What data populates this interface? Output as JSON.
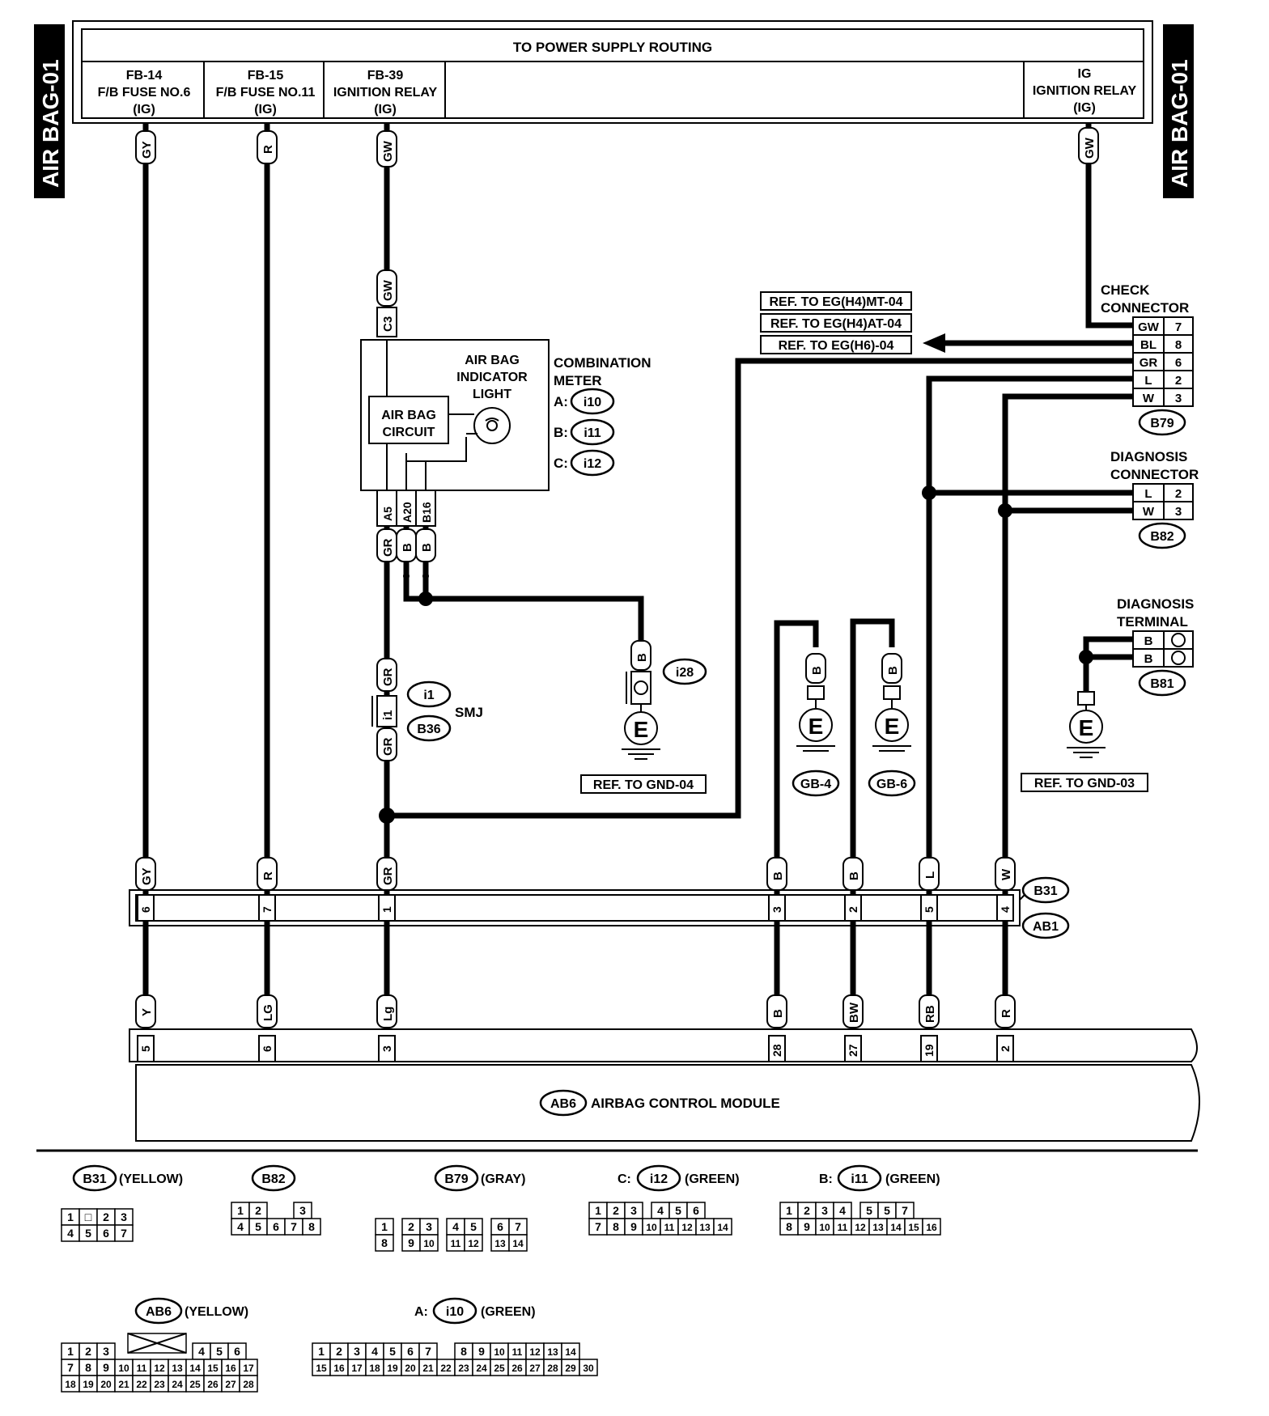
{
  "side_tab": "AIR BAG-01",
  "power_supply": {
    "title": "TO POWER SUPPLY ROUTING",
    "fuses": [
      {
        "id": "fb14",
        "lines": [
          "FB-14",
          "F/B FUSE NO.6",
          "(IG)"
        ]
      },
      {
        "id": "fb15",
        "lines": [
          "FB-15",
          "F/B FUSE NO.11",
          "(IG)"
        ]
      },
      {
        "id": "fb39",
        "lines": [
          "FB-39",
          "IGNITION RELAY",
          "(IG)"
        ]
      },
      {
        "id": "ig",
        "lines": [
          "IG",
          "IGNITION RELAY",
          "(IG)"
        ]
      }
    ]
  },
  "wires": {
    "gy": "GY",
    "r": "R",
    "gw": "GW",
    "gr": "GR",
    "b": "B",
    "l": "L",
    "w": "W",
    "bl": "BL",
    "y": "Y",
    "lg": "LG",
    "lg2": "Lg",
    "bw": "BW",
    "rb": "RB",
    "r2": "R"
  },
  "combination_meter": {
    "title_lines": [
      "COMBINATION",
      "METER"
    ],
    "indicator_lines": [
      "AIR BAG",
      "INDICATOR",
      "LIGHT"
    ],
    "circuit_lines": [
      "AIR BAG",
      "CIRCUIT"
    ],
    "terminal_top": "C3",
    "terminals": [
      "A5",
      "A20",
      "B16"
    ],
    "connectors": [
      {
        "prefix": "A:",
        "id": "i10"
      },
      {
        "prefix": "B:",
        "id": "i11"
      },
      {
        "prefix": "C:",
        "id": "i12"
      }
    ]
  },
  "ground_i28": "i28",
  "ground_symbol": "E",
  "smj": {
    "label": "SMJ",
    "upper": "i1",
    "lower": "B36",
    "terminal": "i1"
  },
  "refs": {
    "eg1": "REF. TO EG(H4)MT-04",
    "eg2": "REF. TO EG(H4)AT-04",
    "eg3": "REF. TO EG(H6)-04",
    "gnd04": "REF. TO GND-04",
    "gnd03": "REF. TO GND-03"
  },
  "check_connector": {
    "title_lines": [
      "CHECK",
      "CONNECTOR"
    ],
    "id": "B79",
    "pins": [
      {
        "wire": "GW",
        "pin": "7"
      },
      {
        "wire": "BL",
        "pin": "8"
      },
      {
        "wire": "GR",
        "pin": "6"
      },
      {
        "wire": "L",
        "pin": "2"
      },
      {
        "wire": "W",
        "pin": "3"
      }
    ]
  },
  "diagnosis_connector": {
    "title_lines": [
      "DIAGNOSIS",
      "CONNECTOR"
    ],
    "id": "B82",
    "pins": [
      {
        "wire": "L",
        "pin": "2"
      },
      {
        "wire": "W",
        "pin": "3"
      }
    ]
  },
  "diagnosis_terminal": {
    "title_lines": [
      "DIAGNOSIS",
      "TERMINAL"
    ],
    "id": "B81",
    "pins": [
      {
        "wire": "B"
      },
      {
        "wire": "B"
      }
    ]
  },
  "grounds": {
    "gb4": "GB-4",
    "gb6": "GB-6"
  },
  "harness_b31_pins": {
    "p6": "6",
    "p7": "7",
    "p1": "1",
    "p3": "3",
    "p2": "2",
    "p5": "5",
    "p4": "4"
  },
  "harness_ab6_pins": {
    "p5": "5",
    "p6": "6",
    "p3": "3",
    "p28": "28",
    "p27": "27",
    "p19": "19",
    "p2": "2"
  },
  "connector_b31": "B31",
  "connector_ab1": "AB1",
  "module": {
    "id": "AB6",
    "label": "AIRBAG CONTROL MODULE"
  },
  "legend": {
    "b31": {
      "id": "B31",
      "color": "(YELLOW)",
      "rows": [
        [
          "1",
          "□",
          "2",
          "3"
        ],
        [
          "4",
          "5",
          "6",
          "7"
        ]
      ]
    },
    "b82": {
      "id": "B82",
      "color": "",
      "rows": [
        [
          "1",
          "2",
          "",
          "3"
        ],
        [
          "4",
          "5",
          "6",
          "7",
          "8"
        ]
      ]
    },
    "b79": {
      "id": "B79",
      "color": "(GRAY)",
      "rows": [
        [
          "1",
          "2",
          "3",
          "4",
          "5",
          "6",
          "7"
        ],
        [
          "8",
          "9",
          "10",
          "11",
          "12",
          "13",
          "14"
        ]
      ]
    },
    "i12": {
      "prefix": "C:",
      "id": "i12",
      "color": "(GREEN)",
      "rows": [
        [
          "1",
          "2",
          "3",
          "4",
          "5",
          "6"
        ],
        [
          "7",
          "8",
          "9",
          "10",
          "11",
          "12",
          "13",
          "14"
        ]
      ]
    },
    "i11": {
      "prefix": "B:",
      "id": "i11",
      "color": "(GREEN)",
      "rows": [
        [
          "1",
          "2",
          "3",
          "4",
          "5",
          "5",
          "7"
        ],
        [
          "8",
          "9",
          "10",
          "11",
          "12",
          "13",
          "14",
          "15",
          "16"
        ]
      ]
    },
    "ab6": {
      "id": "AB6",
      "color": "(YELLOW)",
      "rows": [
        [
          "1",
          "2",
          "3",
          "4",
          "5",
          "6"
        ],
        [
          "7",
          "8",
          "9",
          "10",
          "11",
          "12",
          "13",
          "14",
          "15",
          "16",
          "17"
        ],
        [
          "18",
          "19",
          "20",
          "21",
          "22",
          "23",
          "24",
          "25",
          "26",
          "27",
          "28"
        ]
      ]
    },
    "i10": {
      "prefix": "A:",
      "id": "i10",
      "color": "(GREEN)",
      "rows": [
        [
          "1",
          "2",
          "3",
          "4",
          "5",
          "6",
          "7",
          "8",
          "9",
          "10",
          "11",
          "12",
          "13",
          "14"
        ],
        [
          "15",
          "16",
          "17",
          "18",
          "19",
          "20",
          "21",
          "22",
          "23",
          "24",
          "25",
          "26",
          "27",
          "28",
          "29",
          "30"
        ]
      ]
    }
  }
}
